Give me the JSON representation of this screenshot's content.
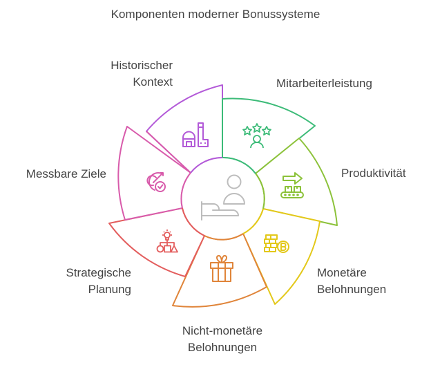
{
  "title": "Komponenten moderner Bonussysteme",
  "center": {
    "icon": "employee-at-desk-icon",
    "color": "#bdbdbd"
  },
  "segments": [
    {
      "id": "historischer-kontext",
      "label_lines": [
        "Historischer",
        "Kontext"
      ],
      "icon": "factory-icon",
      "color": "#b35ad8"
    },
    {
      "id": "mitarbeiterleistung",
      "label_lines": [
        "Mitarbeiterleistung"
      ],
      "icon": "star-rating-person-icon",
      "color": "#3cbb78"
    },
    {
      "id": "produktivitaet",
      "label_lines": [
        "Produktivität"
      ],
      "icon": "conveyor-belt-icon",
      "color": "#8cc23a"
    },
    {
      "id": "monetaere-belohnungen",
      "label_lines": [
        "Monetäre",
        "Belohnungen"
      ],
      "icon": "coins-bitcoin-icon",
      "color": "#e3c81a"
    },
    {
      "id": "nicht-monetaere-belohnungen",
      "label_lines": [
        "Nicht-monetäre",
        "Belohnungen"
      ],
      "icon": "gift-icon",
      "color": "#e0853a"
    },
    {
      "id": "strategische-planung",
      "label_lines": [
        "Strategische",
        "Planung"
      ],
      "icon": "idea-hierarchy-icon",
      "color": "#e35d5d"
    },
    {
      "id": "messbare-ziele",
      "label_lines": [
        "Messbare Ziele"
      ],
      "icon": "target-check-icon",
      "color": "#d85bab"
    }
  ]
}
